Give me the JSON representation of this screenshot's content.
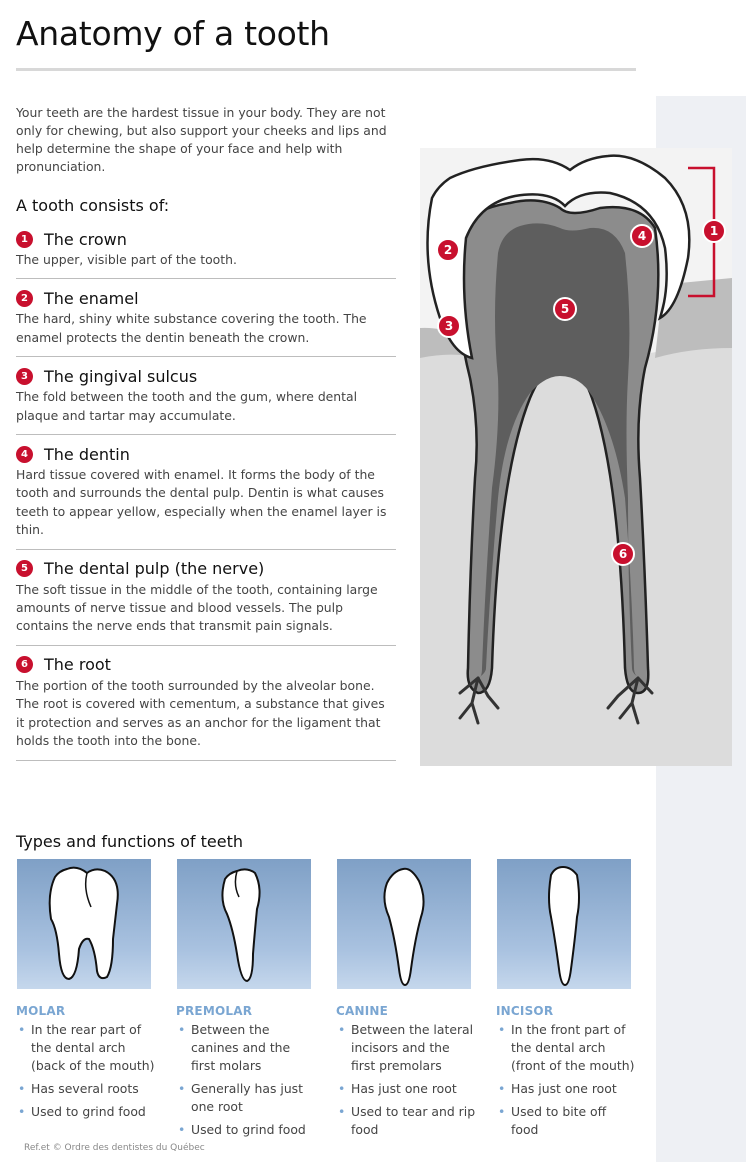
{
  "title": "Anatomy of a tooth",
  "intro": "Your teeth are the hardest tissue in your body. They are not only for chewing, but also support your cheeks and lips and help determine the shape of your face and help with pronunciation.",
  "consists_heading": "A tooth consists of:",
  "parts": [
    {
      "number": "1",
      "title": "The crown",
      "description": "The upper, visible part of the tooth."
    },
    {
      "number": "2",
      "title": "The enamel",
      "description": "The hard, shiny white substance covering the tooth. The enamel protects the dentin beneath the crown."
    },
    {
      "number": "3",
      "title": "The gingival sulcus",
      "description": "The fold between the tooth and the gum, where dental plaque and tartar may accumulate."
    },
    {
      "number": "4",
      "title": "The dentin",
      "description": "Hard tissue covered with enamel. It forms the body of the tooth and surrounds the dental pulp. Dentin is what causes teeth to appear yellow, especially when the enamel layer is thin."
    },
    {
      "number": "5",
      "title": "The dental pulp (the nerve)",
      "description": "The soft tissue in the middle of the tooth, containing large amounts of nerve tissue and blood vessels. The pulp contains the nerve ends that transmit pain signals."
    },
    {
      "number": "6",
      "title": "The root",
      "description": "The portion of the tooth surrounded by the alveolar bone. The root is covered with cementum, a substance that gives it protection and serves as an anchor for the ligament that holds the tooth into the bone."
    }
  ],
  "diagram_markers": [
    "1",
    "2",
    "3",
    "4",
    "5",
    "6"
  ],
  "types_heading": "Types and functions of teeth",
  "types": [
    {
      "name": "MOLAR",
      "bullets": [
        "In the rear part of the dental arch (back of the mouth)",
        "Has several roots",
        "Used to grind food"
      ]
    },
    {
      "name": "PREMOLAR",
      "bullets": [
        "Between the canines and the first molars",
        "Generally has just one root",
        "Used to grind food"
      ]
    },
    {
      "name": "CANINE",
      "bullets": [
        "Between the lateral incisors and the first premolars",
        "Has just one root",
        "Used to tear and rip food"
      ]
    },
    {
      "name": "INCISOR",
      "bullets": [
        "In the front part of the dental arch (front of the mouth)",
        "Has just one root",
        "Used to bite off food"
      ]
    }
  ],
  "credit": "Ref.et © Ordre des dentistes du Québec",
  "colors": {
    "accent": "#c8102e",
    "type_label": "#7aa6d2",
    "bone": "#dcdcdc",
    "gum": "#bdbdbd",
    "dentin": "#8c8c8c",
    "pulp": "#5e5e5e"
  }
}
